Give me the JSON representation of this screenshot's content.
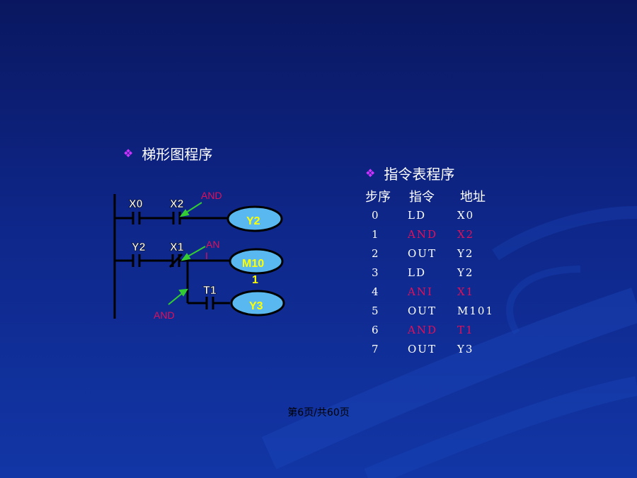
{
  "left_heading": "梯形图程序",
  "right_heading": "指令表程序",
  "table": {
    "headers": [
      "步序",
      "指令",
      "地址"
    ],
    "rows": [
      {
        "step": "0",
        "instr": "LD",
        "addr": "X0",
        "highlight": false
      },
      {
        "step": "1",
        "instr": "AND",
        "addr": "X2",
        "highlight": true
      },
      {
        "step": "2",
        "instr": "OUT",
        "addr": "Y2",
        "highlight": false
      },
      {
        "step": "3",
        "instr": "LD",
        "addr": "Y2",
        "highlight": false
      },
      {
        "step": "4",
        "instr": "ANI",
        "addr": "X1",
        "highlight": true
      },
      {
        "step": "5",
        "instr": "OUT",
        "addr": "M101",
        "highlight": false
      },
      {
        "step": "6",
        "instr": "AND",
        "addr": "T1",
        "highlight": true
      },
      {
        "step": "7",
        "instr": "OUT",
        "addr": "Y3",
        "highlight": false
      }
    ]
  },
  "ladder": {
    "contacts": [
      "X0",
      "X2",
      "Y2",
      "X1",
      "T1"
    ],
    "coils": [
      "Y2",
      "M10",
      "1",
      "Y3"
    ],
    "annotations": [
      "AND",
      "AN",
      "I",
      "AND"
    ]
  },
  "footer": {
    "prefix": "第",
    "page": "6",
    "middle": "页/共",
    "total": "60",
    "suffix": "页"
  },
  "colors": {
    "annotation": "#e0105a",
    "arrow": "#33cc33",
    "coil_fill": "#5ab8f0",
    "coil_text_y": "#ffff00",
    "bullet": "#cc33ff"
  }
}
